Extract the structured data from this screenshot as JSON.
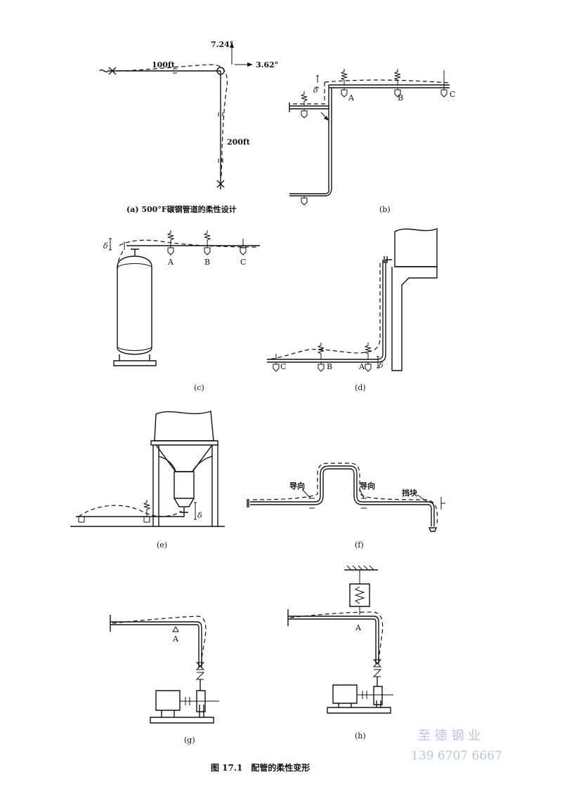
{
  "panels": {
    "a": {
      "caption": "(a) 500°F碳钢管道的柔性设计",
      "len_horizontal": "100ft",
      "len_vertical": "200ft",
      "rot_top": "7.24°",
      "rot_right": "3.62°"
    },
    "b": {
      "caption": "(b)",
      "delta": "δ",
      "label_a": "A",
      "label_b": "B",
      "label_c": "C"
    },
    "c": {
      "caption": "(c)",
      "delta": "δ",
      "label_a": "A",
      "label_b": "B",
      "label_c": "C"
    },
    "d": {
      "caption": "(d)",
      "delta": "δ",
      "label_a": "A",
      "label_b": "B",
      "label_c": "C"
    },
    "e": {
      "caption": "(e)",
      "delta": "δ"
    },
    "f": {
      "caption": "(f)",
      "guide_1": "导向",
      "guide_2": "导向",
      "stop": "挡块"
    },
    "g": {
      "caption": "(g)",
      "label_a": "A"
    },
    "h": {
      "caption": "(h)",
      "label_a": "A"
    }
  },
  "figure_title": "图 17.1　配管的柔性变形",
  "watermark": {
    "name": "至 德 钢 业",
    "phone": "139 6707 6667"
  }
}
